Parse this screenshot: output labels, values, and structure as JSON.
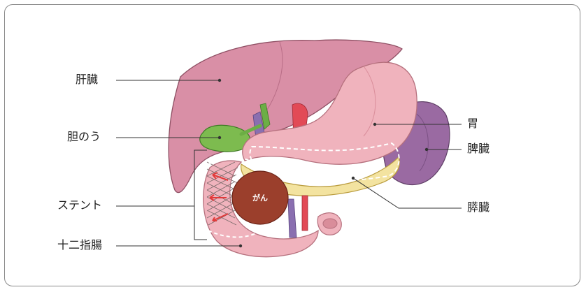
{
  "labels": {
    "liver": "肝臓",
    "gallbladder": "胆のう",
    "stent": "ステント",
    "duodenum": "十二指腸",
    "stomach": "胃",
    "spleen": "脾臓",
    "pancreas": "膵臓",
    "tumor": "がん"
  },
  "colors": {
    "liver": "#d98fa6",
    "stomach": "#f0b3bd",
    "spleen": "#9a6aa2",
    "gallbladder": "#7dbb4f",
    "pancreas": "#f3e3a0",
    "tumor": "#9b3f2c",
    "stent": "#e23a3a",
    "leader": "#333333"
  }
}
